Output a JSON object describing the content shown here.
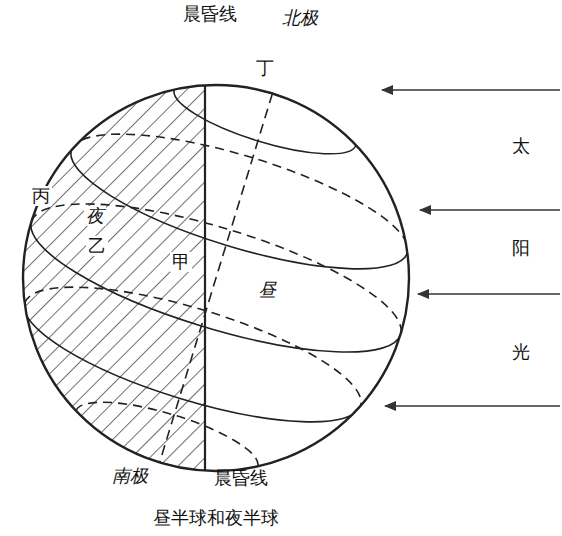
{
  "diagram": {
    "caption": "昼半球和夜半球",
    "labels": [
      "晨昏线",
      "北极",
      "丁",
      "太",
      "阳",
      "光",
      "丙",
      "夜",
      "乙",
      "甲",
      "昼",
      "南极",
      "晨昏线"
    ]
  }
}
